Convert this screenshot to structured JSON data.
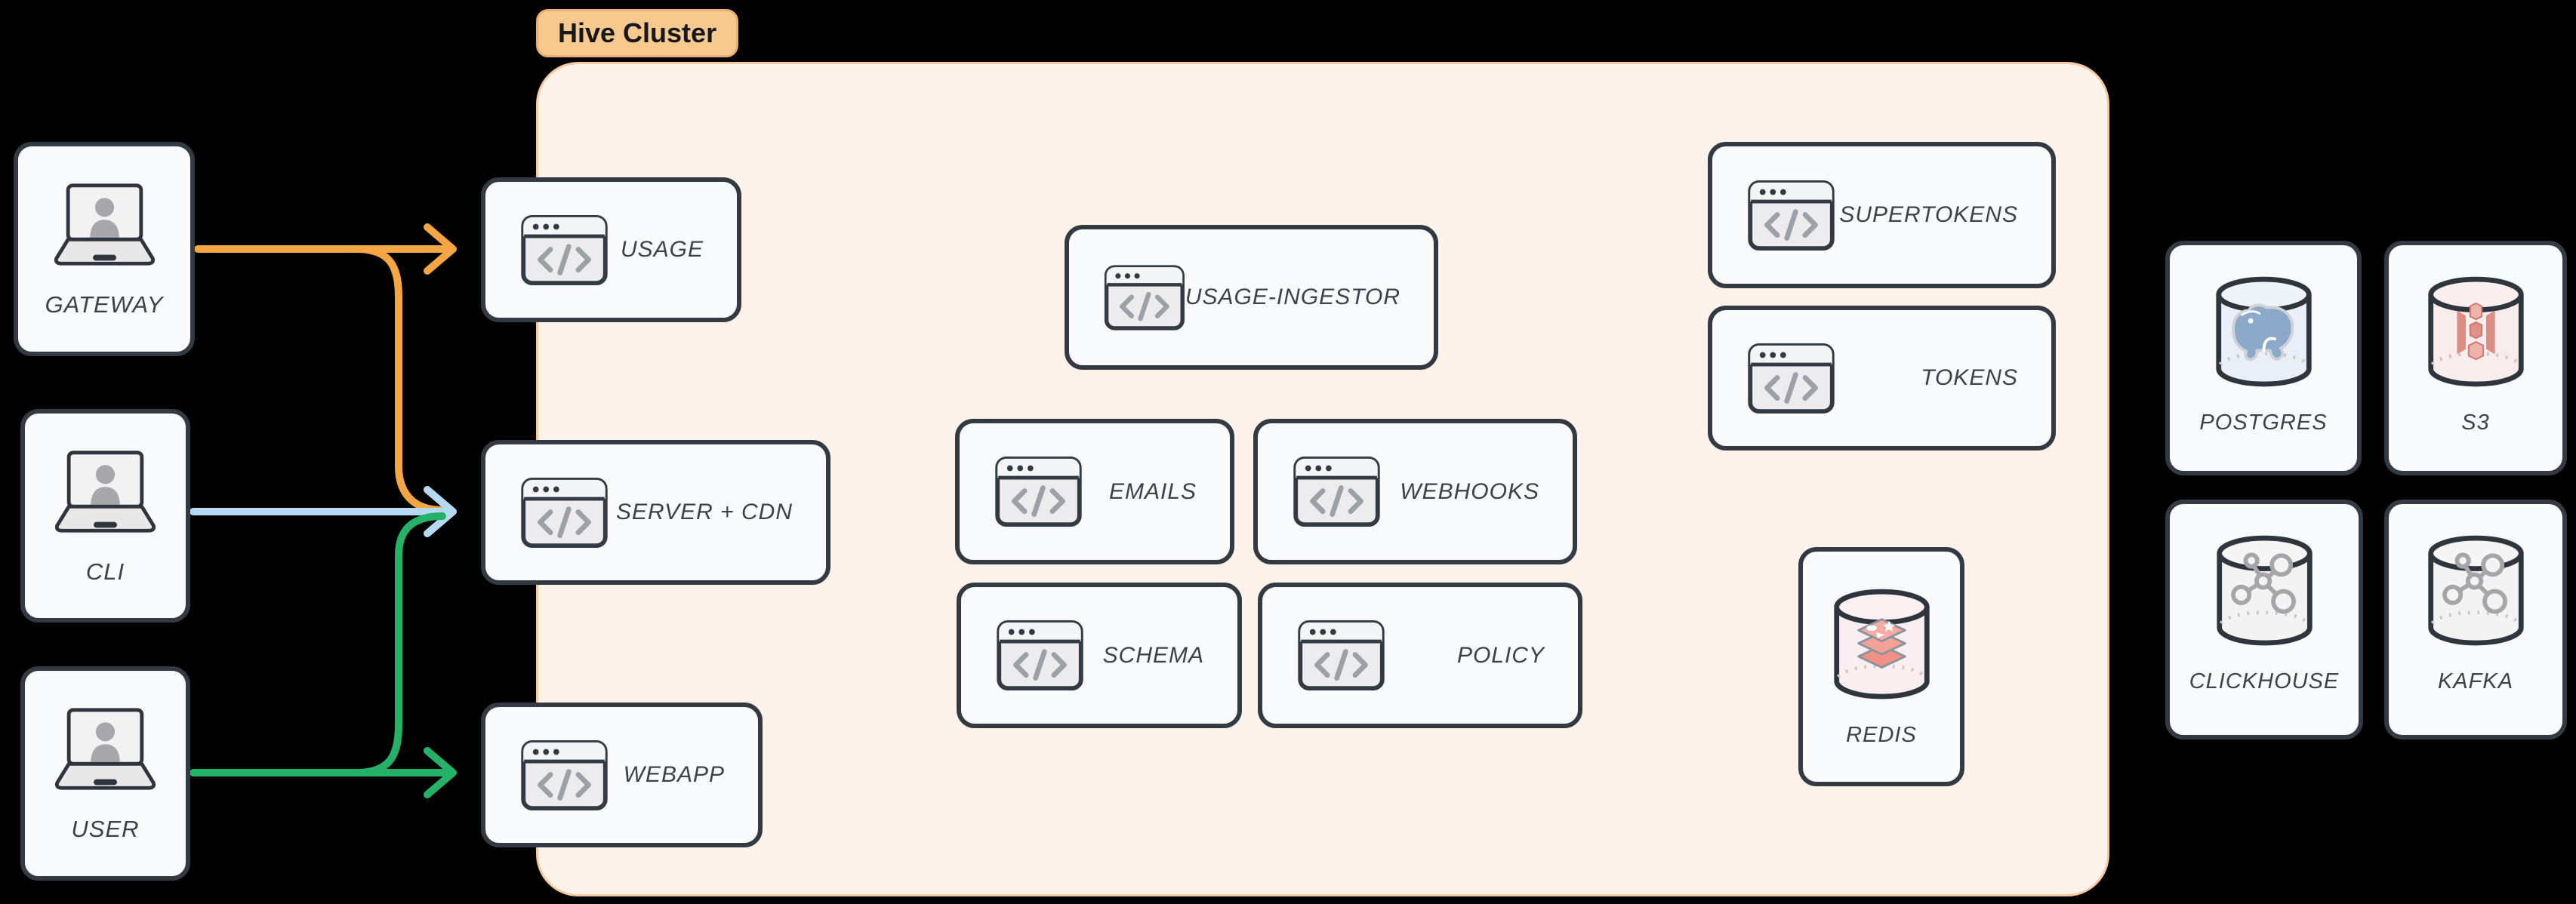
{
  "cluster": {
    "label": "Hive Cluster"
  },
  "clients": {
    "gateway": "GATEWAY",
    "cli": "CLI",
    "user": "USER"
  },
  "services": {
    "usage": "USAGE",
    "server_cdn": "SERVER + CDN",
    "webapp": "WEBAPP",
    "usage_ingestor": "USAGE-INGESTOR",
    "emails": "EMAILS",
    "webhooks": "WEBHOOKS",
    "schema": "SCHEMA",
    "policy": "POLICY",
    "supertokens": "SUPERTOKENS",
    "tokens": "TOKENS",
    "redis": "REDIS"
  },
  "datastores": {
    "postgres": "POSTGRES",
    "s3": "S3",
    "clickhouse": "CLICKHOUSE",
    "kafka": "KAFKA"
  },
  "edges": [
    {
      "from": "GATEWAY",
      "to": "USAGE",
      "color": "#f5a643"
    },
    {
      "from": "GATEWAY",
      "to": "SERVER + CDN",
      "color": "#f5a643"
    },
    {
      "from": "CLI",
      "to": "SERVER + CDN",
      "color": "#b5d8f3"
    },
    {
      "from": "USER",
      "to": "SERVER + CDN",
      "color": "#25b268"
    },
    {
      "from": "USER",
      "to": "WEBAPP",
      "color": "#25b268"
    }
  ],
  "colors": {
    "edge_orange": "#f5a643",
    "edge_blue": "#b5d8f3",
    "edge_green": "#25b268",
    "cluster_fill": "#fdf3ea",
    "cluster_border": "#f6caa0",
    "badge_fill": "#f8c98f",
    "node_fill": "#f8fafb",
    "node_border": "#333a41"
  }
}
